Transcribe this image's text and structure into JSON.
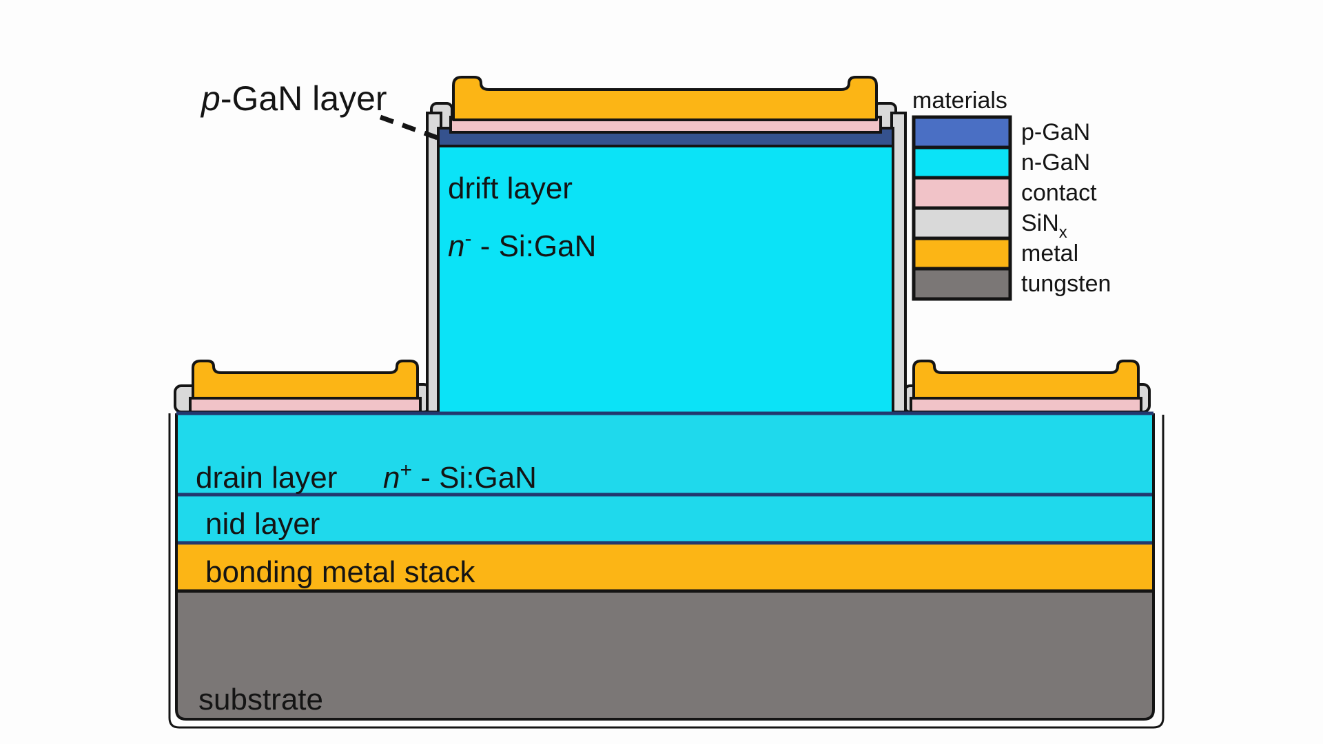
{
  "figure": {
    "annotation": {
      "italic_prefix": "p",
      "rest": "-GaN layer"
    },
    "drift": {
      "title": "drift layer",
      "formula": {
        "italic": "n",
        "superscript": "-",
        "rest": " - Si:GaN"
      }
    },
    "drain": {
      "label": "drain layer",
      "formula": {
        "italic": "n",
        "superscript": "+",
        "rest": " - Si:GaN"
      }
    },
    "nid": {
      "label": "nid layer"
    },
    "bonding": {
      "label": "bonding metal stack"
    },
    "substrate": {
      "label": "substrate"
    }
  },
  "legend": {
    "title": "materials",
    "items": [
      {
        "label": "p-GaN",
        "color": "#4a6fc4"
      },
      {
        "label": "n-GaN",
        "color": "#0be3f7"
      },
      {
        "label": "contact",
        "color": "#f1c3c8"
      },
      {
        "label": "SiN",
        "subscript": "x",
        "color": "#d9d9d9"
      },
      {
        "label": "metal",
        "color": "#fcb515"
      },
      {
        "label": "tungsten",
        "color": "#7b7776"
      }
    ]
  },
  "colors": {
    "n_gan_mesa": "#0be3f7",
    "n_gan_body": "#1fd9ec",
    "p_gan": "#35528e",
    "contact_pink": "#f1c3c8",
    "sinx": "#d9d9d9",
    "metal": "#fcb515",
    "tungsten": "#7b7776",
    "layer_border": "#22386e",
    "outline": "#141414"
  }
}
